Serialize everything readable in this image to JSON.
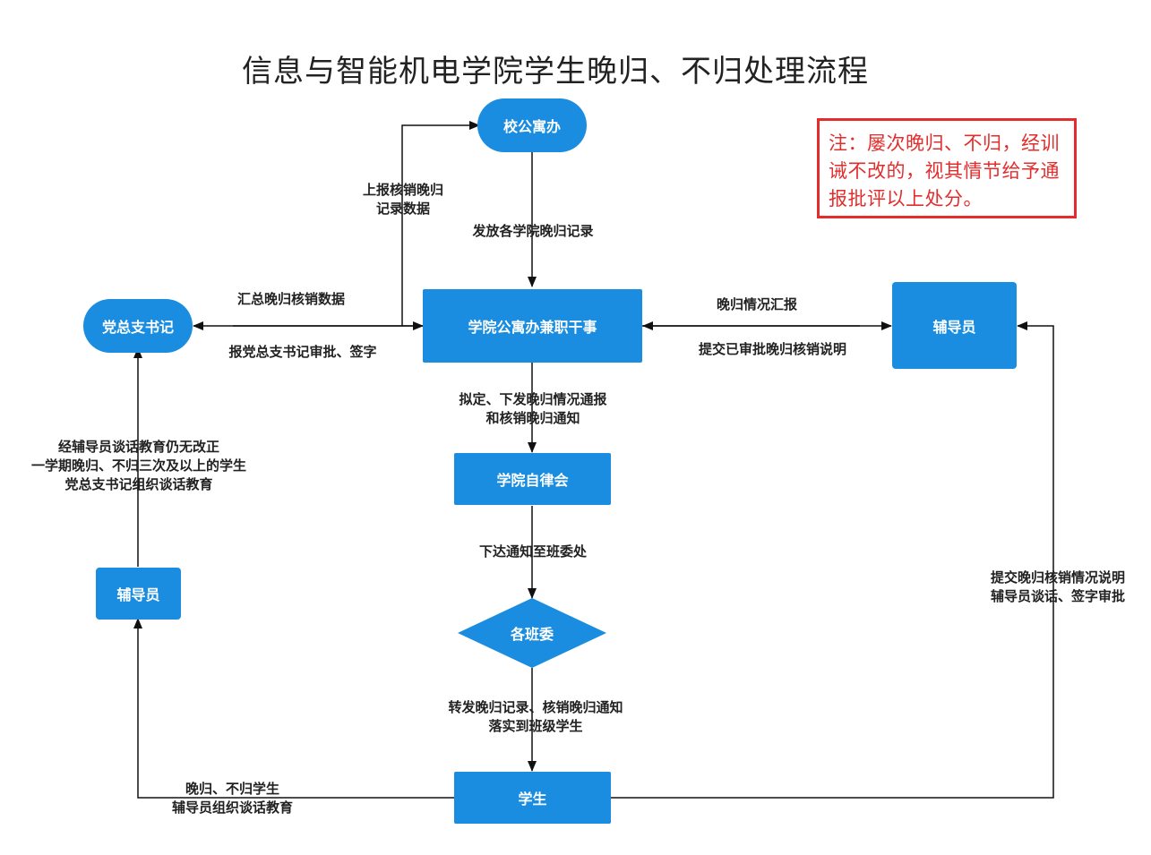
{
  "title": "信息与智能机电学院学生晚归、不归处理流程",
  "note": "注：屡次晚归、不归，经训诫不改的，视其情节给予通报批评以上处分。",
  "nodes": {
    "campus_office": "校公寓办",
    "college_officer": "学院公寓办兼职干事",
    "party_secretary": "党总支书记",
    "counselor_right": "辅导员",
    "self_committee": "学院自律会",
    "class_committee": "各班委",
    "counselor_left": "辅导员",
    "students": "学生"
  },
  "edges": {
    "report_up": "上报核销晚归\n记录数据",
    "distribute": "发放各学院晚归记录",
    "summary": "汇总晚归核销数据",
    "report_secretary": "报党总支书记审批、签字",
    "late_report": "晚归情况汇报",
    "submit_approved": "提交已审批晚归核销说明",
    "draft_notice": "拟定、下发晚归情况通报\n和核销晚归通知",
    "to_class": "下达通知至班委处",
    "forward": "转发晚归记录、核销晚归通知\n落实到班级学生",
    "students_left": "晚归、不归学生\n辅导员组织谈话教育",
    "students_right": "提交晚归核销情况说明\n辅导员谈话、签字审批",
    "escalate": "经辅导员谈话教育仍无改正\n一学期晚归、不归三次及以上的学生\n党总支书记组织谈话教育"
  },
  "colors": {
    "node": "#1a8de0",
    "note": "#e32d2d"
  }
}
